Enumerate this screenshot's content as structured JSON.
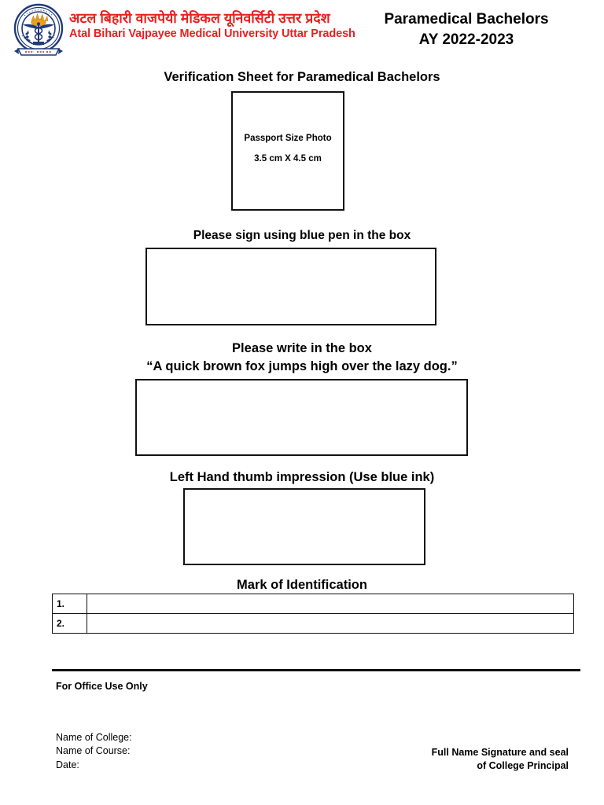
{
  "header": {
    "logo_icon": "university-seal-caduceus-icon",
    "university_name_hindi": "अटल बिहारी वाजपेयी मेडिकल यूनिवर्सिटी उत्तर प्रदेश",
    "university_name_english": "Atal Bihari Vajpayee Medical University Uttar Pradesh",
    "program_title": "Paramedical Bachelors",
    "academic_year": "AY 2022-2023",
    "brand_red": "#E8201E",
    "seal_blue": "#1F3A7A"
  },
  "page_title": "Verification Sheet for Paramedical Bachelors",
  "photo": {
    "line1": "Passport Size Photo",
    "line2": "3.5 cm X 4.5 cm"
  },
  "signature": {
    "instruction": "Please sign using blue pen in the box"
  },
  "handwriting": {
    "instruction_line1": "Please write in the box",
    "instruction_line2": "“A quick brown fox jumps high over the lazy dog.”"
  },
  "thumb": {
    "instruction": "Left Hand thumb impression (Use blue ink)"
  },
  "mark_of_identification": {
    "title": "Mark of Identification",
    "rows": [
      {
        "number": "1.",
        "value": ""
      },
      {
        "number": "2.",
        "value": ""
      }
    ]
  },
  "office_use": {
    "label": "For Office Use Only",
    "fields": [
      "Name of College:",
      "Name of Course:",
      "Date:"
    ],
    "principal_line1": "Full Name Signature and seal",
    "principal_line2": "of College Principal"
  }
}
